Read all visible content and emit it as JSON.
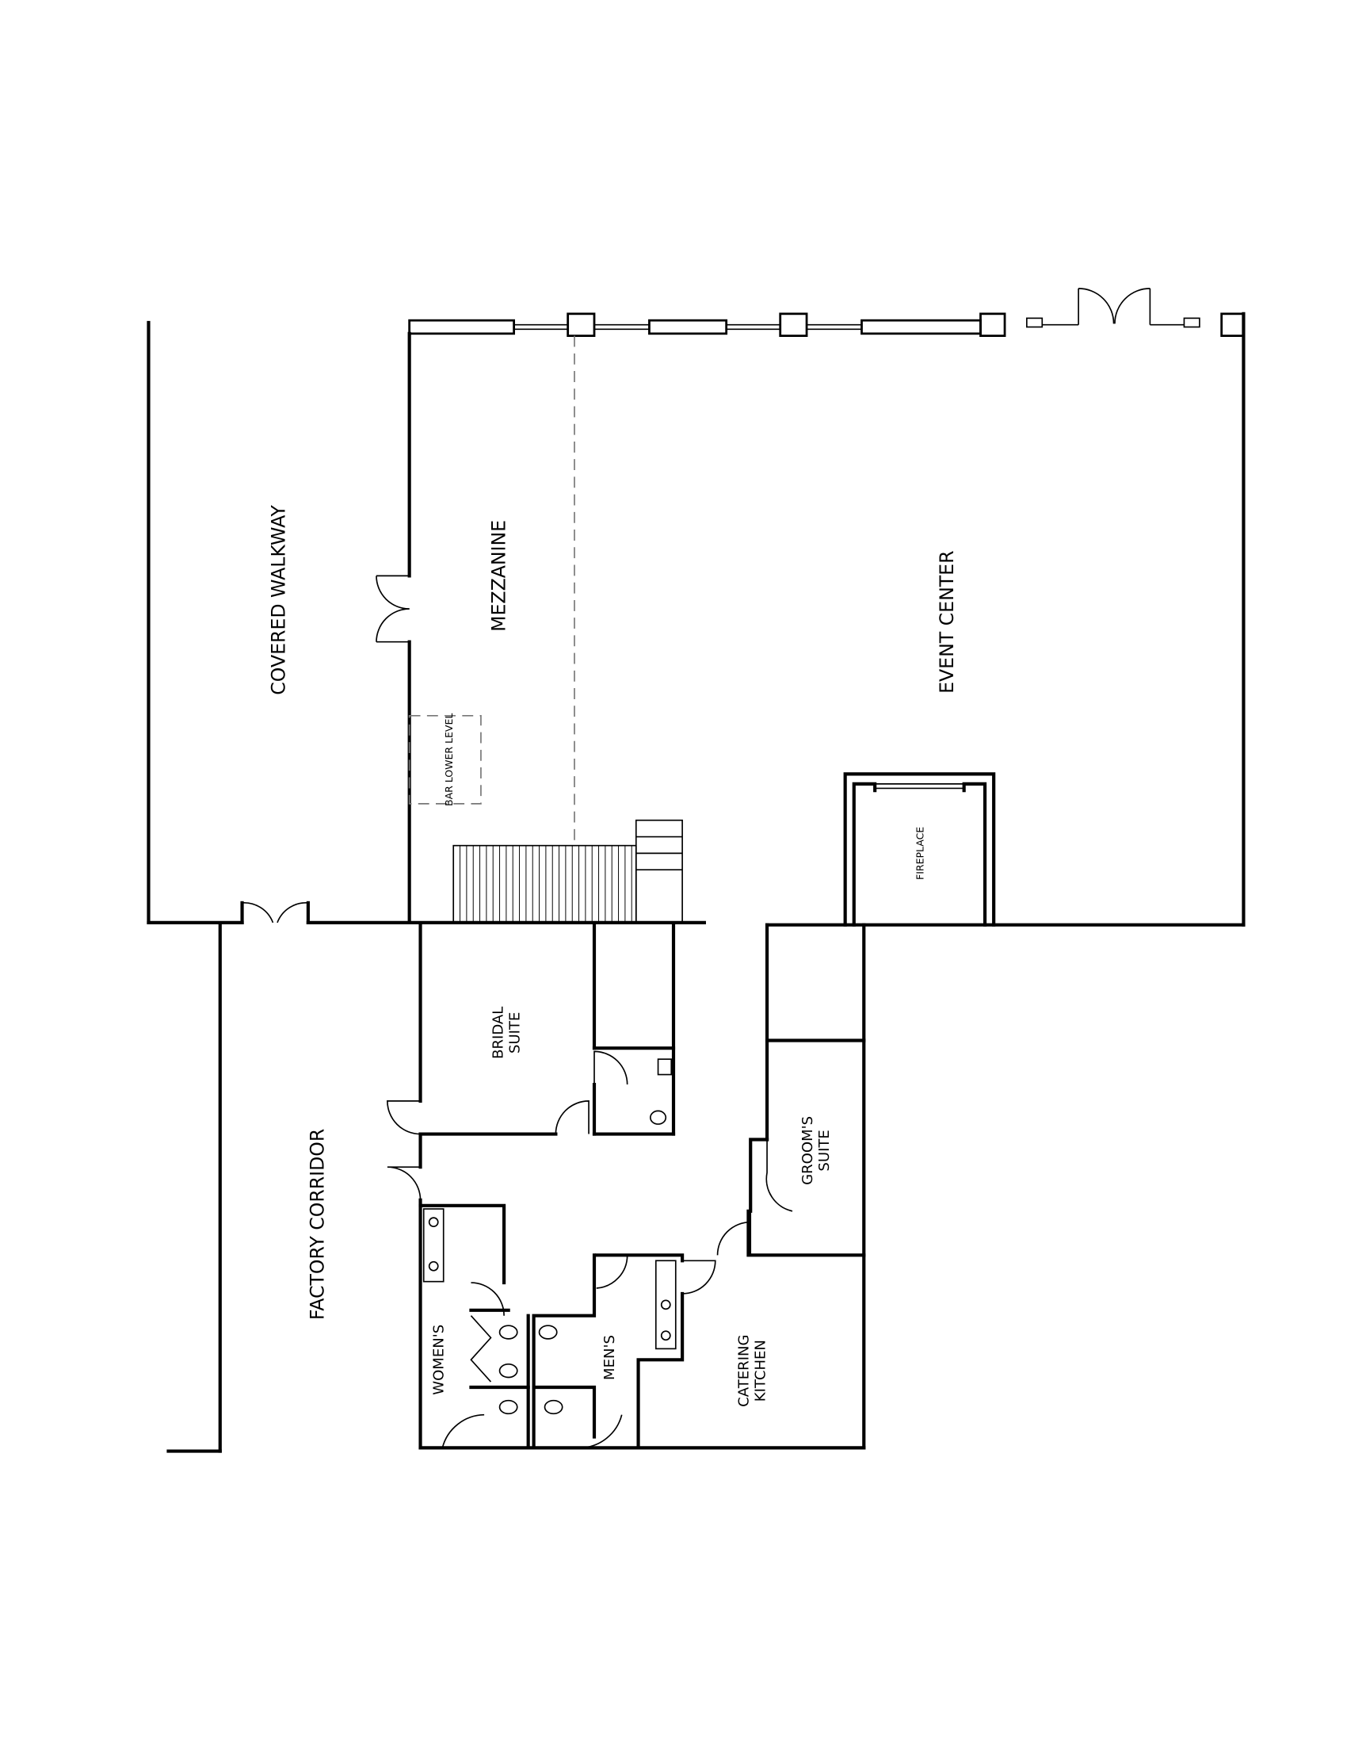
{
  "plan": {
    "rooms": {
      "covered_walkway": "COVERED WALKWAY",
      "mezzanine": "MEZZANINE",
      "event_center": "EVENT CENTER",
      "bar_lower_level": "BAR LOWER LEVEL",
      "fireplace": "FIREPLACE",
      "bridal_suite_1": "BRIDAL",
      "bridal_suite_2": "SUITE",
      "grooms_suite_1": "GROOM'S",
      "grooms_suite_2": "SUITE",
      "factory_corridor": "FACTORY CORRIDOR",
      "womens": "WOMEN'S",
      "mens": "MEN'S",
      "catering_kitchen_1": "CATERING",
      "catering_kitchen_2": "KITCHEN"
    }
  }
}
